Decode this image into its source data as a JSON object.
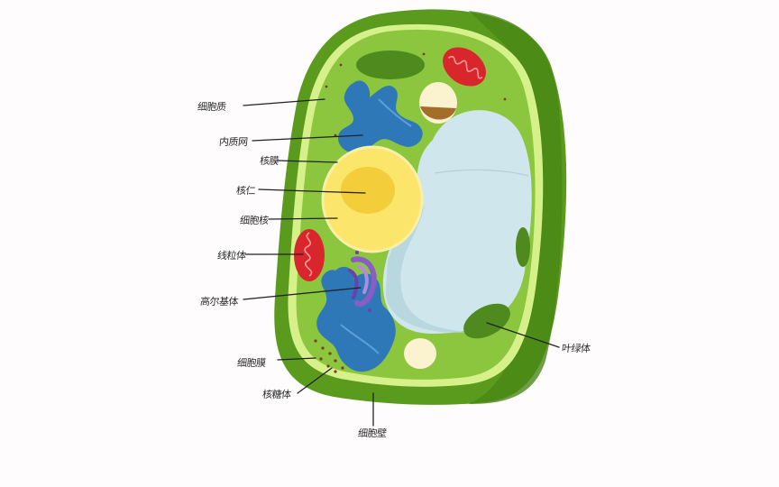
{
  "labels": {
    "cytoplasm": "细胞质",
    "er": "内质网",
    "nuclear_envelope": "核膜",
    "nucleolus": "核仁",
    "nucleus": "细胞核",
    "mitochondrion": "线粒体",
    "golgi": "高尔基体",
    "cell_membrane": "细胞膜",
    "ribosome": "核糖体",
    "cell_wall": "细胞壁",
    "chloroplast": "叶绿体"
  },
  "colors": {
    "cell_wall": "#5a9a1c",
    "cell_wall_dark": "#4a8716",
    "membrane": "#d6f08a",
    "cytoplasm": "#8cc63f",
    "vacuole": "#cfe6ec",
    "nucleus": "#f8dc5a",
    "nucleolus": "#fbe56b",
    "er": "#2f78b8",
    "golgi": "#8a5cc6",
    "mitochondrion": "#d8262c",
    "chloroplast": "#4e8a1e",
    "vesicle": "#fbf3cf",
    "leader": "#222222"
  }
}
